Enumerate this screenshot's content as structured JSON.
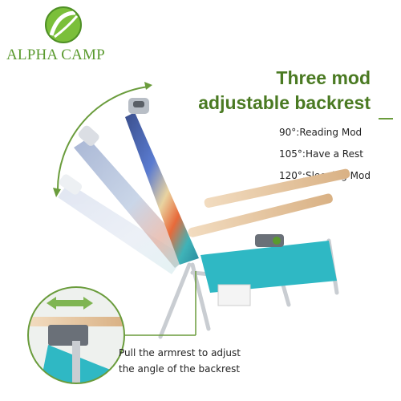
{
  "brand": {
    "name": "ALPHA CAMP"
  },
  "headline": {
    "line1": "Three mod",
    "line2": "adjustable backrest"
  },
  "modes": [
    {
      "label": "90°:Reading Mod"
    },
    {
      "label": "105°:Have a Rest"
    },
    {
      "label": "120°:Sleeping Mod"
    }
  ],
  "caption": {
    "line1": "Pull the armrest  to adjust",
    "line2": "the angle of the backrest"
  },
  "colors": {
    "brand_green": "#5a9a2e",
    "headline_green": "#4a7a22",
    "seat_teal": "#2fb8c4",
    "armrest_wood": "#e8c9a0",
    "frame_silver": "#c9cdd2"
  },
  "icons": [
    "alpha-camp-logo-icon",
    "backrest-arc-arrow-icon",
    "left-right-arrow-icon"
  ]
}
